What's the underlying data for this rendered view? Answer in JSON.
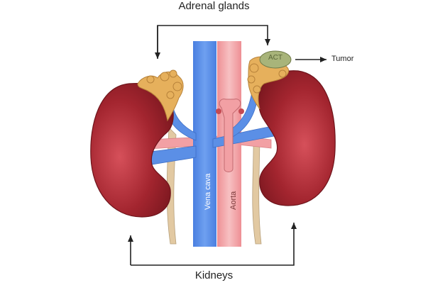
{
  "labels": {
    "adrenal_glands": "Adrenal glands",
    "kidneys": "Kidneys",
    "tumor": "Tumor",
    "act": "ACT",
    "vena_cava": "Vena cava",
    "aorta": "Aorta"
  },
  "colors": {
    "kidney": "#a3252f",
    "kidney_highlight": "#d6505a",
    "adrenal": "#e6b05c",
    "tumor_mass": "#a8b47a",
    "vein": "#5b8fe6",
    "artery": "#f2a0a4",
    "ureter": "#e2c9a2",
    "arrow": "#222222"
  }
}
